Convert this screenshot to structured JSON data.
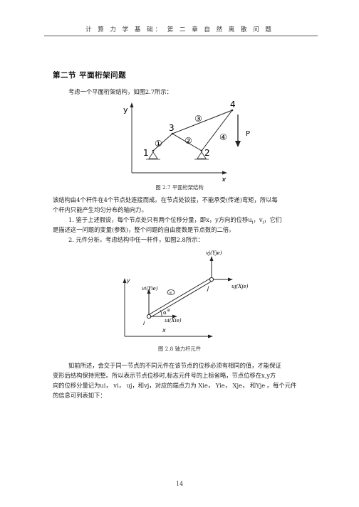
{
  "header": "计 算 力 学 基 础：  第 二 章    自 然 离 散 问 题",
  "section_title": "第二节   平面桁架问题",
  "intro": "考虑一个平面桁架结构，如图2.7所示：",
  "fig1": {
    "caption": "图 2.7      平面桁架结构",
    "axis_y": "y",
    "axis_x": "x",
    "nodes": [
      "1",
      "2",
      "3",
      "4"
    ],
    "elements": [
      "①",
      "②",
      "③",
      "④"
    ],
    "load": "P"
  },
  "para1_l1": "该结构由4个杆件在4个节点处连接而成。在节点处铰接，不能承受(传递)弯矩，所以每",
  "para1_l2": "个杆内只能产生均匀分布的轴向力。",
  "para2_l1": "1. 鉴于上述假设，每个节点处只有两个位移分量，即x，y方向的位移u",
  "para2_l1_sub": "i",
  "para2_l1_b": "，v",
  "para2_l1_b_sub": "i",
  "para2_l1_c": "，它们",
  "para2_l2": "是描述这一问题的变量(参数)，整个问题的自由度数是节点数的二倍。",
  "para3": "2. 元件分析。考虑结构中任一杆件，如图2.8所示：",
  "fig2": {
    "caption": "图 2.8      轴力杆元件",
    "axis_y": "y",
    "axis_x": "x",
    "node_i": "i",
    "node_j": "j",
    "label_vj": "vj(Yje)",
    "label_uj": "uj(Xje)",
    "label_vi": "vi(Yie)",
    "label_ui": "ui(Xie)",
    "element_e": "e",
    "angle_alpha": "α"
  },
  "para4_l1": "如前所述，会交于同一节点的不同元件在该节点的位移必须有相同的值，才能保证",
  "para4_l2": "变形后结构保持完整。所以表示节点位移时,标志元件号的上标省略，节点位移在x,y方",
  "para4_l3": "向的位移分量记为ui， vi， uj，和vj，对应的端点力为 Xie， Yie， Xje， 和Yje 。每个元件",
  "para4_l4": "的信息可列表如下：",
  "page_number": "14"
}
